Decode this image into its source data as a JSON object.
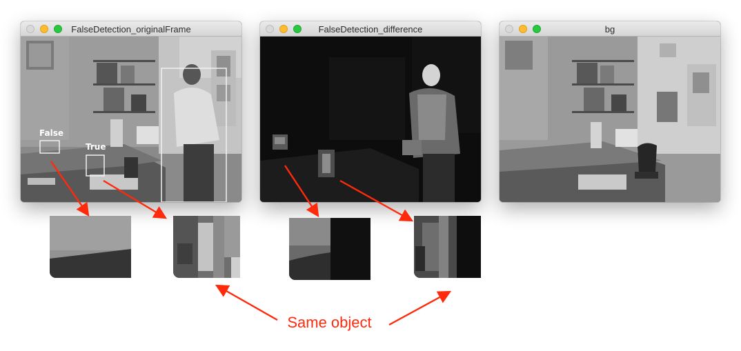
{
  "windows": [
    {
      "title": "FalseDetection_originalFrame"
    },
    {
      "title": "FalseDetection_difference"
    },
    {
      "title": "bg"
    }
  ],
  "detections": {
    "false_label": "False",
    "true_label": "True"
  },
  "annotation": {
    "caption": "Same object",
    "arrow_color": "#ff2a0c"
  }
}
